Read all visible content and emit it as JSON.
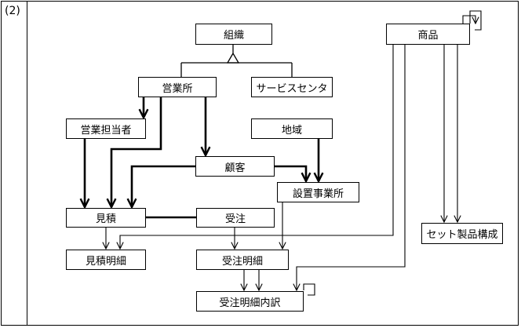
{
  "question_label": "(2)",
  "entities": {
    "soshiki": "組織",
    "eigyosho": "営業所",
    "service_center": "サービスセンタ",
    "eigyo_tantosha": "営業担当者",
    "chiiki": "地域",
    "kokyaku": "顧客",
    "setchi_jigyosho": "設置事業所",
    "mitsumori": "見積",
    "juchu": "受注",
    "mitsumori_meisai": "見積明細",
    "juchu_meisai": "受注明細",
    "juchu_meisai_uchiwake": "受注明細内訳",
    "shohin": "商品",
    "set_seihin_kosei": "セット製品構成"
  }
}
